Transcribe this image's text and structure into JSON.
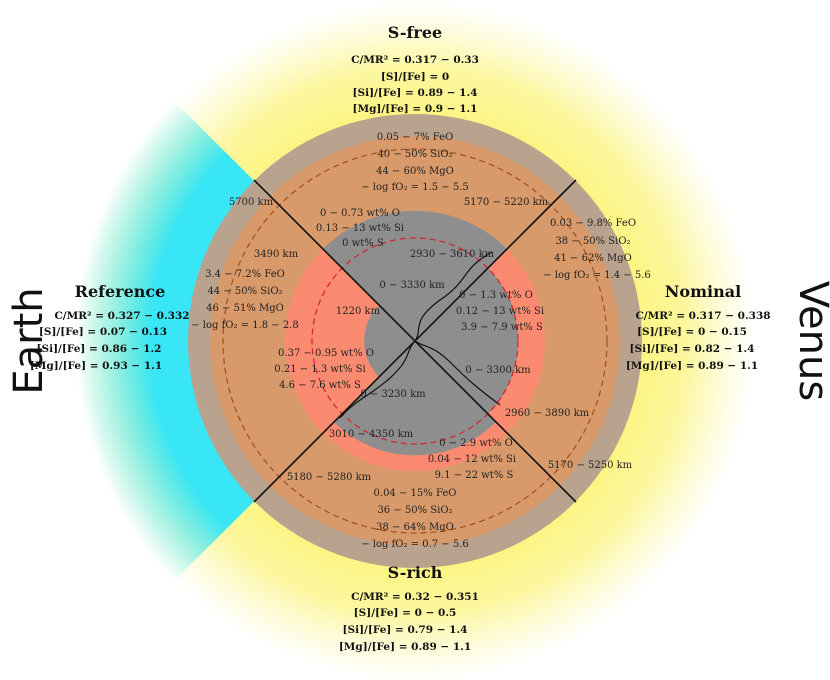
{
  "colors": {
    "outer_glow": "#fbf36a",
    "earth_band": "#39e6f5",
    "mantle_outer": "#b9a38e",
    "mantle_inner": "#d89a6b",
    "core_salmon": "#fb8b70",
    "core_grey": "#8e8e8e",
    "dashed": "#a0501a"
  },
  "side_labels": {
    "left": "Earth",
    "right": "Venus"
  },
  "quadrants": {
    "top": {
      "title": "S-free",
      "lines": [
        "C/MR² = 0.317 − 0.33",
        "[S]/[Fe] = 0",
        "[Si]/[Fe] = 0.89 − 1.4",
        "[Mg]/[Fe] = 0.9 − 1.1"
      ],
      "mantle": [
        "0.05 − 7% FeO",
        "40 − 50% SiO₂",
        "44 − 60% MgO",
        "− log fO₂ = 1.5 − 5.5"
      ],
      "core": [
        "0 − 0.73 wt% O",
        "0.13 − 13 wt% Si",
        "0 wt% S"
      ],
      "radius_outer": "5170 − 5220 km",
      "radius_core": "2930 − 3610 km",
      "radius_inner": "0 − 3330 km"
    },
    "left": {
      "title": "Reference",
      "lines": [
        "C/MR² = 0.327 − 0.332",
        "[S]/[Fe] = 0.07 − 0.13",
        "[Si]/[Fe] = 0.86 − 1.2",
        "[Mg]/[Fe] = 0.93 − 1.1"
      ],
      "mantle": [
        "3.4 − 7.2% FeO",
        "44 − 50% SiO₂",
        "46 − 51% MgO",
        "− log fO₂ = 1.8 − 2.8"
      ],
      "core": [
        "0.37 − 0.95 wt% O",
        "0.21 − 1.3 wt% Si",
        "4.6 − 7.6 wt% S"
      ],
      "radius_outer": "5700 km",
      "radius_core": "3490 km",
      "radius_inner": "1220 km"
    },
    "right": {
      "title": "Nominal",
      "lines": [
        "C/MR² = 0.317 − 0.338",
        "[S]/[Fe] = 0 − 0.15",
        "[Si]/[Fe] = 0.82 − 1.4",
        "[Mg]/[Fe] = 0.89 − 1.1"
      ],
      "mantle": [
        "0.03 − 9.8% FeO",
        "38 − 50% SiO₂",
        "41 − 62% MgO",
        "− log fO₂ = 1.4 − 5.6"
      ],
      "core": [
        "0 − 1.3 wt% O",
        "0.12 − 13 wt% Si",
        "3.9 − 7.9 wt% S"
      ],
      "radius_outer": "5170 − 5250 km",
      "radius_core": "2960 − 3890 km",
      "radius_inner": "0 − 3300 km"
    },
    "bottom": {
      "title": "S-rich",
      "lines": [
        "C/MR² = 0.32 − 0.351",
        "[S]/[Fe] = 0 − 0.5",
        "[Si]/[Fe] = 0.79 − 1.4",
        "[Mg]/[Fe] = 0.89 − 1.1"
      ],
      "mantle": [
        "0.04 − 15% FeO",
        "36 − 50% SiO₂",
        "38 − 64% MgO",
        "− log fO₂ = 0.7 − 5.6"
      ],
      "core": [
        "0 − 2.9 wt% O",
        "0.04 − 12 wt% Si",
        "9.1 − 22 wt% S"
      ],
      "radius_outer": "5180 − 5280 km",
      "radius_core": "3010 − 4350 km",
      "radius_inner": "0 − 3230 km"
    }
  }
}
